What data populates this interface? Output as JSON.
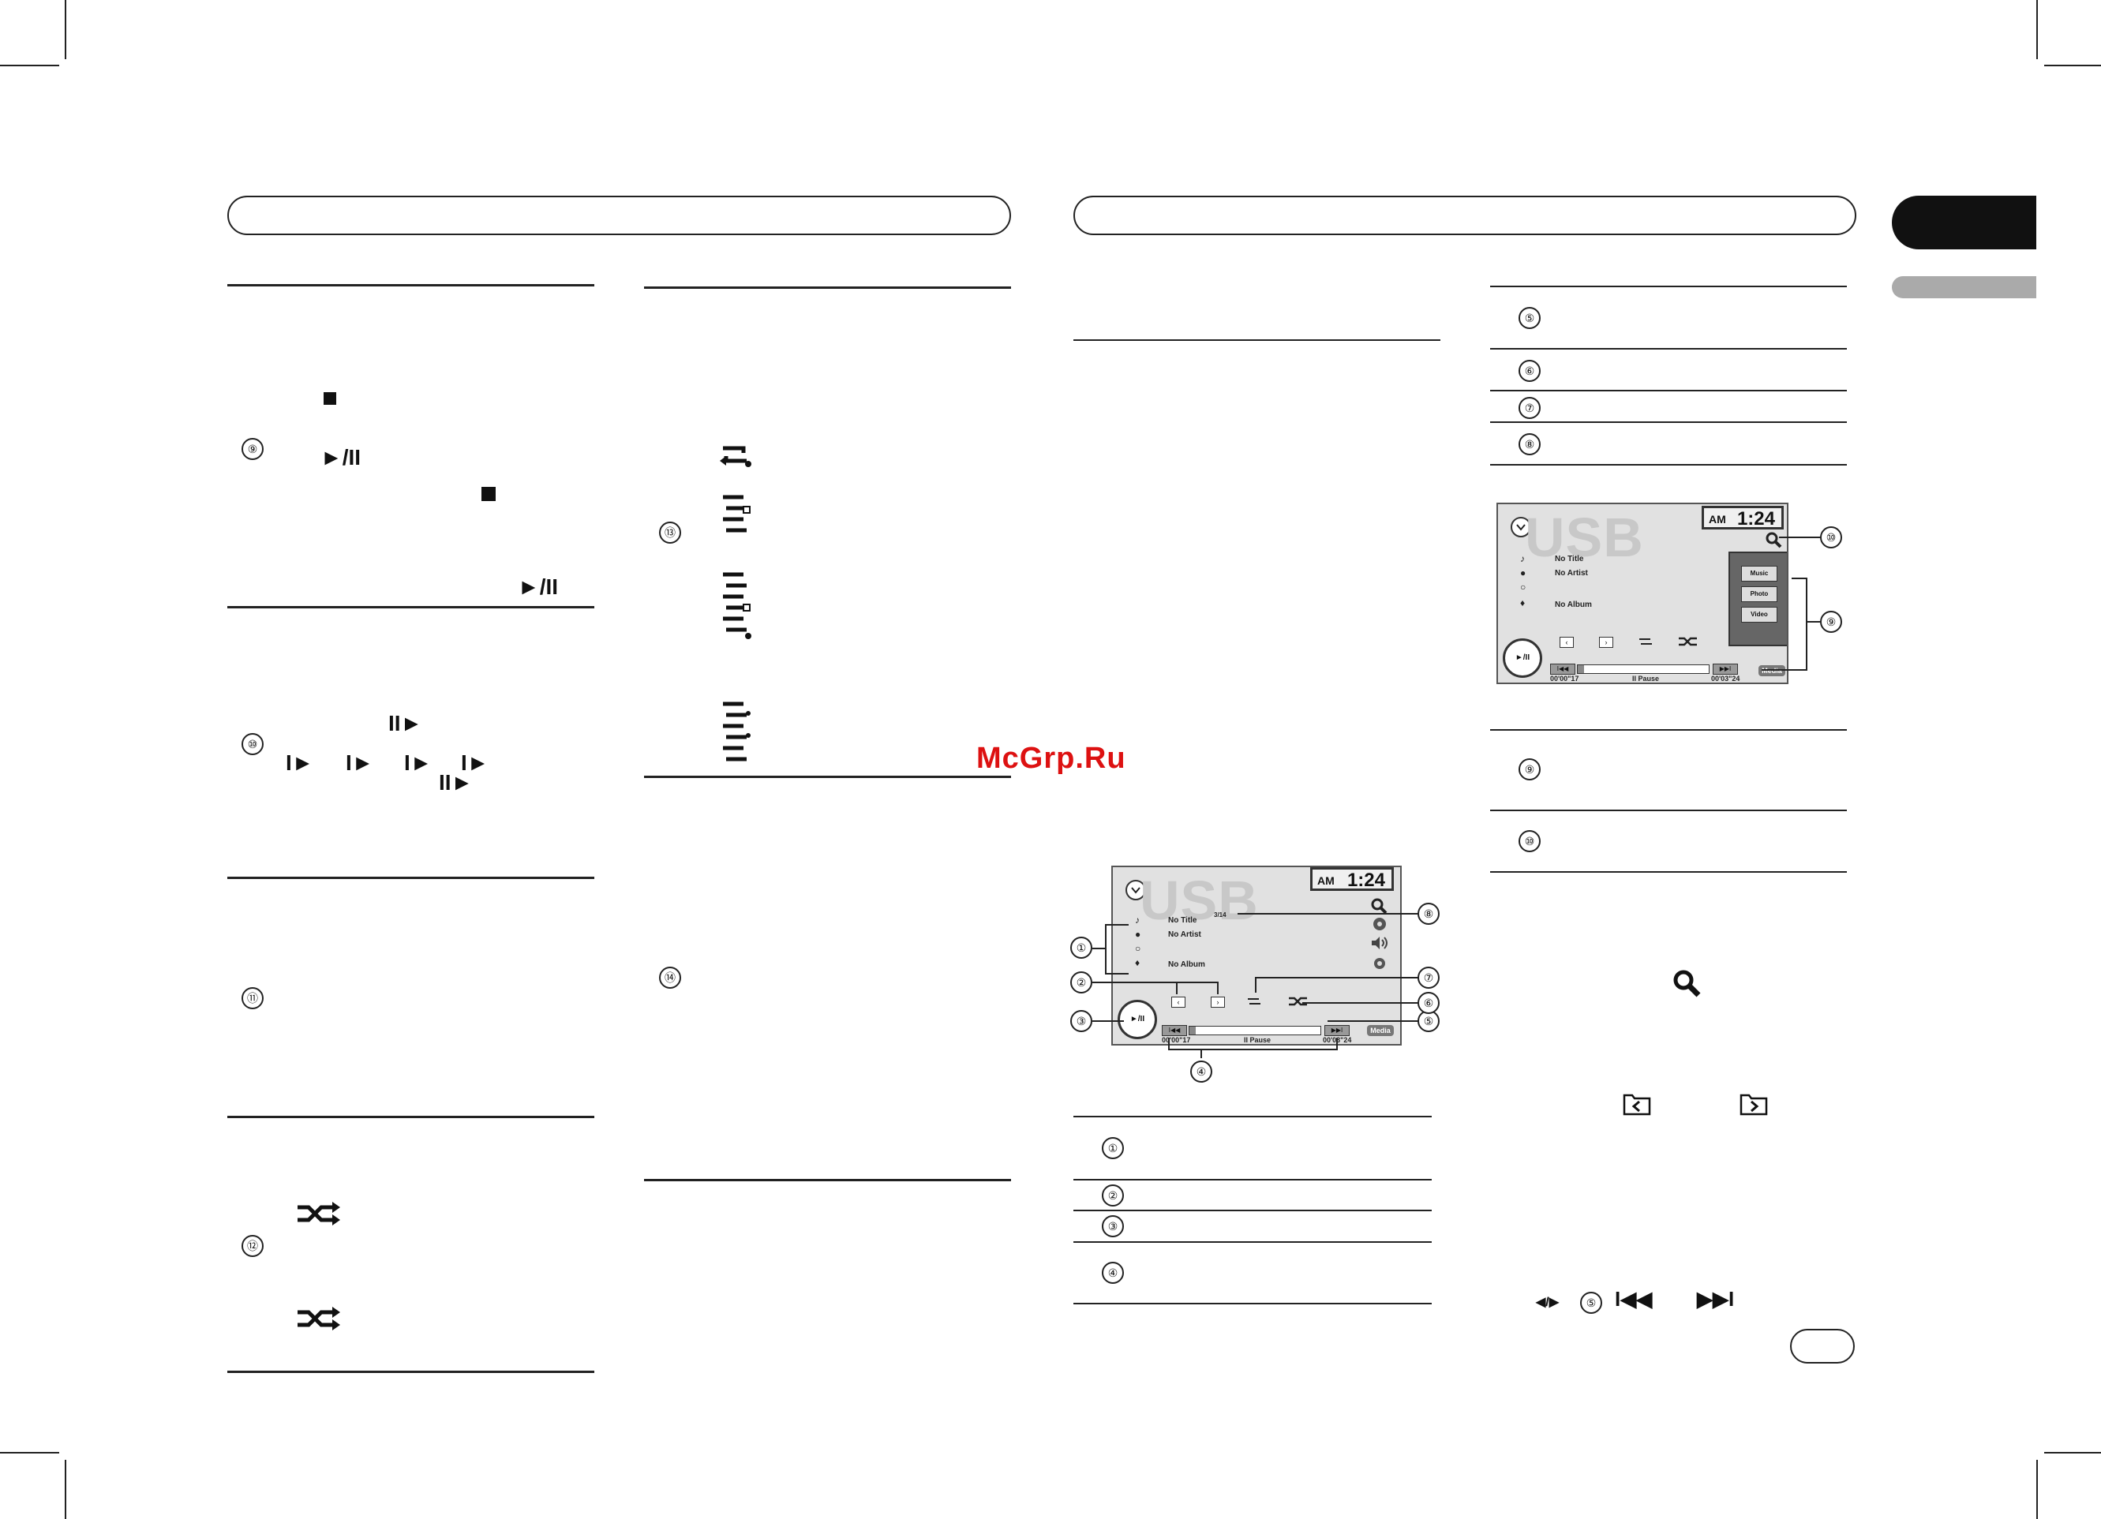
{
  "watermark": "McGrp.Ru",
  "numbers": {
    "n1": "①",
    "n2": "②",
    "n3": "③",
    "n4": "④",
    "n5": "⑤",
    "n6": "⑥",
    "n7": "⑦",
    "n8": "⑧",
    "n9": "⑨",
    "n10": "⑩",
    "n11": "⑪",
    "n12": "⑫",
    "n13": "⑬",
    "n14": "⑭"
  },
  "screen_main": {
    "source": "USB",
    "ampm": "AM",
    "time": "1:24",
    "track_count": "3/14",
    "title": "No Title",
    "artist": "No Artist",
    "album": "No Album",
    "elapsed": "00'00\"17",
    "status": "II Pause",
    "remaining": "00'03\"24",
    "media_label": "Media",
    "progress": 0.05
  },
  "screen_menu": {
    "source": "USB",
    "ampm": "AM",
    "time": "1:24",
    "title": "No Title",
    "artist": "No Artist",
    "album": "No Album",
    "elapsed": "00'00\"17",
    "status": "II Pause",
    "remaining": "00'03\"24",
    "media_label": "Media",
    "menu_items": [
      "Music",
      "Photo",
      "Video"
    ],
    "progress": 0.05
  },
  "glyphs": {
    "play_pause": "►/II",
    "step": "II►",
    "frame": "I►",
    "prev": "I◀◀",
    "next": "▶▶I",
    "lr": "◀/▶",
    "play_pause_small": "►/II"
  },
  "icons": {
    "stop": "stop-square-icon",
    "shuffle": "shuffle-icon",
    "repeat": "repeat-icon",
    "search": "search-icon",
    "folder_prev": "folder-prev-icon",
    "folder_next": "folder-next-icon"
  },
  "colors": {
    "watermark": "#dd1111",
    "tab": "#111111",
    "tab_grey": "#aaaaaa"
  }
}
